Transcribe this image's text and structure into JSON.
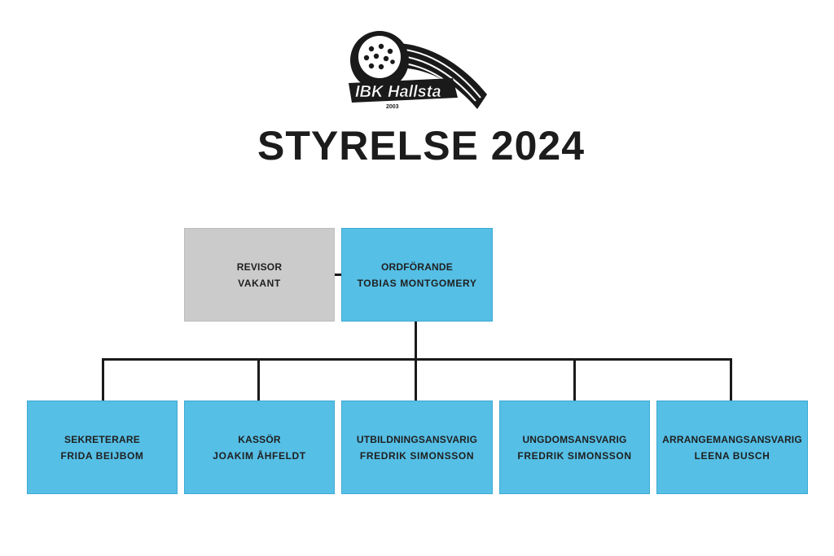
{
  "logo": {
    "text": "IBK Hallsta",
    "year": "2003"
  },
  "title": "STYRELSE 2024",
  "colors": {
    "blue": "#55bfe6",
    "gray": "#cbcbcb",
    "line": "#1a1a1a",
    "text": "#1f1f1f"
  },
  "top": {
    "revisor": {
      "role": "REVISOR",
      "person": "VAKANT"
    },
    "chair": {
      "role": "ORDFÖRANDE",
      "person": "TOBIAS MONTGOMERY"
    }
  },
  "members": [
    {
      "role": "SEKRETERARE",
      "person": "FRIDA BEIJBOM"
    },
    {
      "role": "KASSÖR",
      "person": "JOAKIM ÅHFELDT"
    },
    {
      "role": "UTBILDNINGSANSVARIG",
      "person": "FREDRIK SIMONSSON"
    },
    {
      "role": "UNGDOMSANSVARIG",
      "person": "FREDRIK SIMONSSON"
    },
    {
      "role": "ARRANGEMANGSANSVARIG",
      "person": "LEENA BUSCH"
    }
  ]
}
